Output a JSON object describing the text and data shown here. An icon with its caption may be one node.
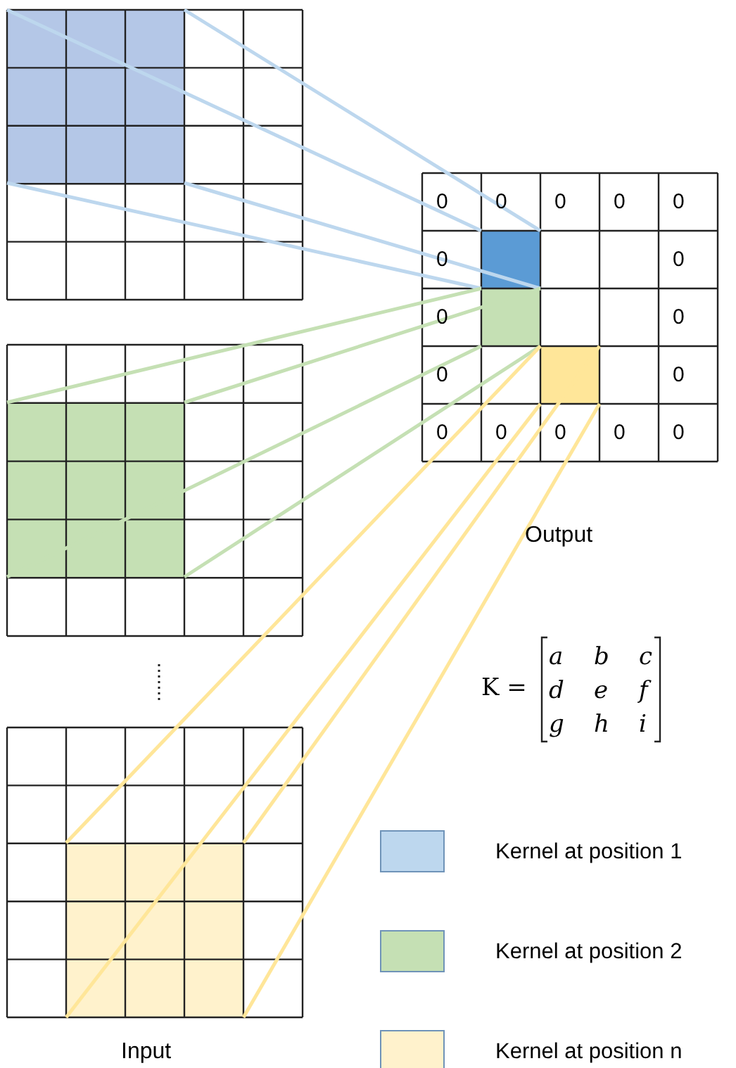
{
  "diagram": {
    "nodes": [
      {
        "text": [],
        "shape": "box"
      },
      {
        "text": [],
        "shape": "box"
      },
      {
        "text": [],
        "shape": "box"
      },
      {
        "text": [],
        "shape": "box"
      },
      {
        "text": [],
        "shape": "box"
      },
      {
        "text": [],
        "shape": "box"
      }
    ],
    "edges": [
      {
        "from": 0,
        "to": 3,
        "arrow": "none",
        "color": "#bdd7ee"
      },
      {
        "from": 0,
        "to": 3,
        "arrow": "none",
        "color": "#bdd7ee"
      },
      {
        "from": 0,
        "to": 3,
        "arrow": "none",
        "color": "#bdd7ee"
      },
      {
        "from": 0,
        "to": 3,
        "arrow": "none",
        "color": "#bdd7ee"
      },
      {
        "from": 1,
        "to": 4,
        "arrow": "none",
        "color": "#c5e0b4"
      },
      {
        "from": 1,
        "to": 4,
        "arrow": "none",
        "color": "#c5e0b4"
      },
      {
        "from": 1,
        "to": 4,
        "arrow": "none",
        "color": "#c5e0b4"
      },
      {
        "from": 1,
        "to": 4,
        "arrow": "none",
        "color": "#c5e0b4"
      },
      {
        "from": 2,
        "to": 5,
        "arrow": "none",
        "color": "#ffe699"
      },
      {
        "from": 2,
        "to": 5,
        "arrow": "none",
        "color": "#ffe699"
      },
      {
        "from": 2,
        "to": 5,
        "arrow": "none",
        "color": "#ffe699"
      },
      {
        "from": 2,
        "to": 5,
        "arrow": "none",
        "color": "#ffe699"
      }
    ],
    "labels": [
      "0",
      "0",
      "0",
      "0",
      "0",
      "0",
      "0",
      "0",
      "0",
      "0",
      "0",
      "0",
      "0",
      "0",
      "0",
      "0",
      "Output",
      "Input",
      "K =",
      "a",
      "b",
      "c",
      "d",
      "e",
      "f",
      "g",
      "h",
      "i"
    ],
    "legend": [
      {
        "text": "Kernel at position 1",
        "color": "#bdd7ee"
      },
      {
        "text": "Kernel at position 2",
        "color": "#c5e0b4"
      },
      {
        "text": "Kernel at position n",
        "color": "#fff2cc"
      }
    ]
  }
}
